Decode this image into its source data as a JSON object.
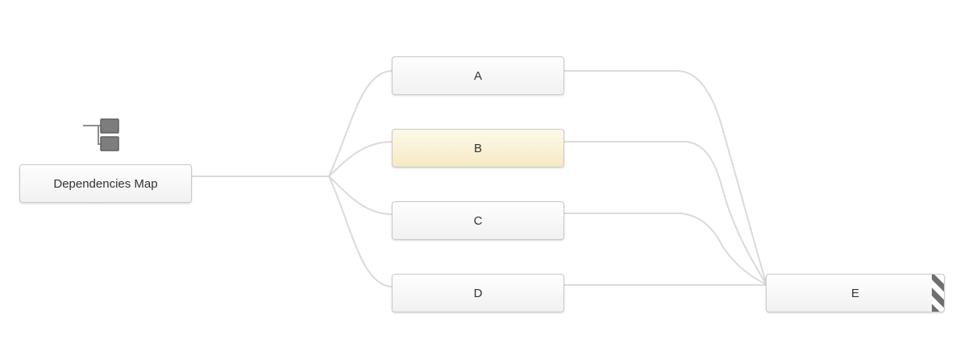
{
  "diagram": {
    "title": "Dependencies Map",
    "root": {
      "label": "Dependencies Map",
      "icon": "org-chart-icon"
    },
    "nodes": [
      {
        "id": "A",
        "label": "A",
        "state": "default"
      },
      {
        "id": "B",
        "label": "B",
        "state": "highlighted"
      },
      {
        "id": "C",
        "label": "C",
        "state": "default"
      },
      {
        "id": "D",
        "label": "D",
        "state": "default"
      },
      {
        "id": "E",
        "label": "E",
        "state": "striped-indicator"
      }
    ],
    "edges": [
      {
        "from": "Dependencies Map",
        "to": "A"
      },
      {
        "from": "Dependencies Map",
        "to": "B"
      },
      {
        "from": "Dependencies Map",
        "to": "C"
      },
      {
        "from": "Dependencies Map",
        "to": "D"
      },
      {
        "from": "A",
        "to": "E"
      },
      {
        "from": "B",
        "to": "E"
      },
      {
        "from": "C",
        "to": "E"
      },
      {
        "from": "D",
        "to": "E"
      }
    ],
    "colors": {
      "edge": "#dadada",
      "node_border": "#c9c9c9",
      "node_background_top": "#fefefe",
      "node_background_bottom": "#f1f1f1",
      "highlight_background_top": "#fdf9ea",
      "highlight_background_bottom": "#f6e9c3",
      "stripe_dark": "#6e6e6e",
      "stripe_light": "#ffffff",
      "text": "#333333",
      "icon_gray": "#7d7d7d"
    }
  }
}
